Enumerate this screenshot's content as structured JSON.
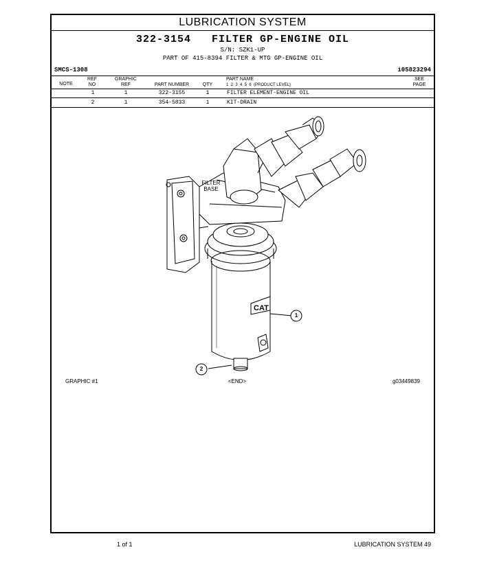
{
  "section_title": "LUBRICATION SYSTEM",
  "header": {
    "part_title": "322-3154   FILTER GP-ENGINE OIL",
    "serial": "S/N: SZK1-UP",
    "part_of": "PART OF 415-8394 FILTER & MTG GP-ENGINE OIL",
    "smcs": "SMCS-1308",
    "illustration_id": "i05823294"
  },
  "columns": {
    "note": "NOTE",
    "ref_no": [
      "REF",
      "NO"
    ],
    "graphic_ref": [
      "GRAPHIC",
      "REF"
    ],
    "part_number": "PART NUMBER",
    "qty": "QTY",
    "part_name": [
      "PART NAME",
      "1  2  3  4  5  6  (PRODUCT LEVEL)"
    ],
    "see_page": [
      "SEE",
      "PAGE"
    ]
  },
  "parts": [
    {
      "ref_no": "1",
      "graphic_ref": "1",
      "part_number": "322-3155",
      "qty": "1",
      "part_name": "FILTER ELEMENT-ENGINE OIL"
    },
    {
      "ref_no": "2",
      "graphic_ref": "1",
      "part_number": "354-5833",
      "qty": "1",
      "part_name": "KIT-DRAIN"
    }
  ],
  "illustration": {
    "filter_base_label": [
      "FILTER",
      "BASE"
    ],
    "callout_1": "1",
    "callout_2": "2",
    "brand_mark": "CAT"
  },
  "graphic_footer": {
    "left": "GRAPHIC #1",
    "center": "<END>",
    "right": "g03449839"
  },
  "page_footer": {
    "left": "1 of 1",
    "right": "LUBRICATION SYSTEM  49"
  }
}
